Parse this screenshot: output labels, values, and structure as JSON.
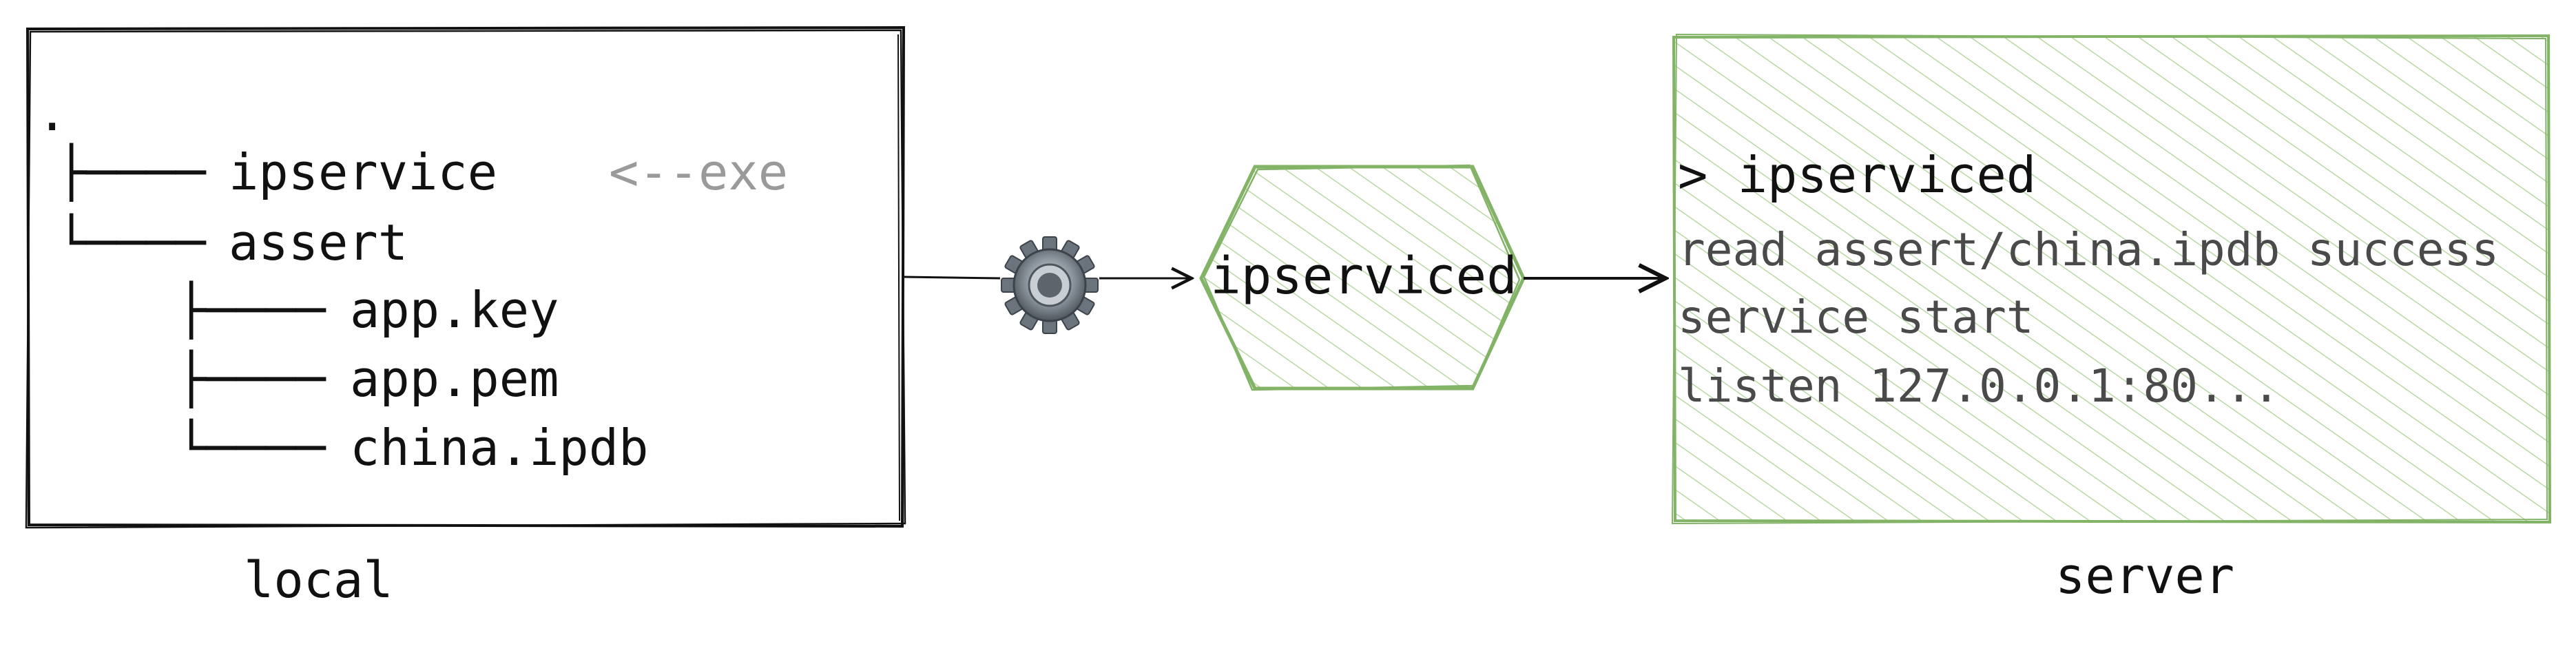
{
  "local": {
    "caption": "local",
    "tree": {
      "root": ".",
      "items": [
        {
          "prefix": "├────",
          "name": "ipservice",
          "note": "<--exe"
        },
        {
          "prefix": "└────",
          "name": "assert",
          "note": ""
        },
        {
          "prefix": "├────",
          "name": "app.key",
          "note": ""
        },
        {
          "prefix": "├────",
          "name": "app.pem",
          "note": ""
        },
        {
          "prefix": "└────",
          "name": "china.ipdb",
          "note": ""
        }
      ]
    }
  },
  "build": {
    "icon": "gear-icon",
    "process_label": "ipserviced"
  },
  "server": {
    "caption": "server",
    "command": "> ipserviced",
    "log_lines": [
      "read assert/china.ipdb success",
      "service start",
      "listen 127.0.0.1:80..."
    ]
  },
  "colors": {
    "accent_green": "#82b366",
    "hatch_green": "#b9d8a4",
    "ink": "#111111",
    "hint_gray": "#9a9a9a"
  }
}
